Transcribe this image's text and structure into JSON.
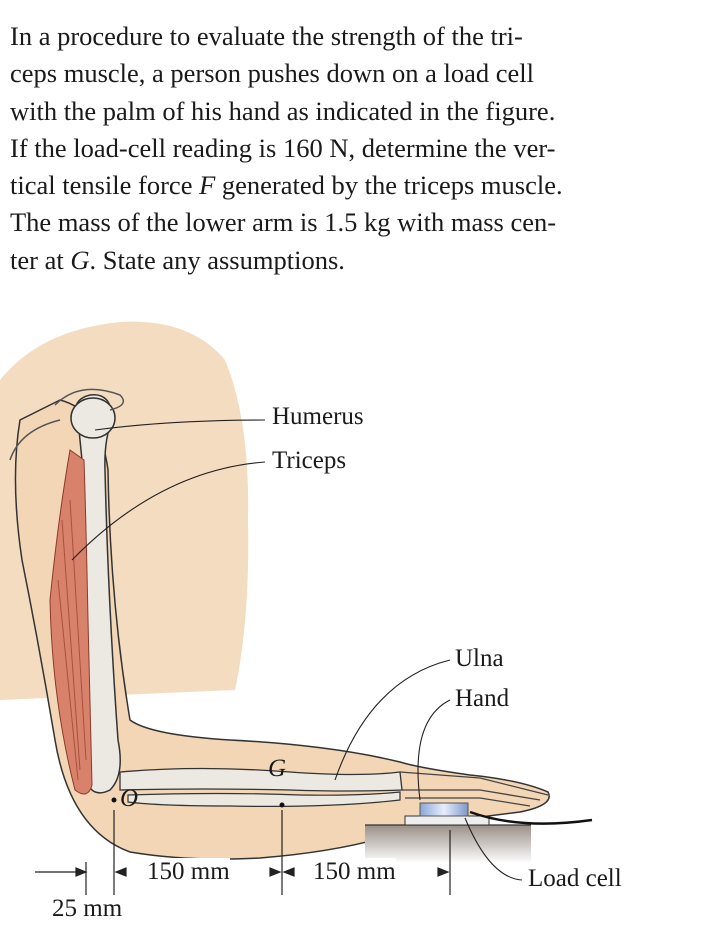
{
  "problem": {
    "lines": [
      "In a procedure to evaluate the strength of the tri-",
      "ceps muscle, a person pushes down on a load cell",
      "with the palm of his hand as indicated in the figure.",
      "If the load-cell reading is 160 N, determine the ver-",
      "tical tensile force F generated by the triceps muscle.",
      "The mass of the lower arm is 1.5 kg with mass cen-",
      "ter at G. State any assumptions."
    ]
  },
  "figure": {
    "labels": {
      "humerus": "Humerus",
      "triceps": "Triceps",
      "ulna": "Ulna",
      "hand": "Hand",
      "load_cell": "Load cell",
      "point_o": "O",
      "point_g": "G"
    },
    "dimensions": {
      "d1": "25 mm",
      "d2": "150 mm",
      "d3": "150 mm"
    }
  }
}
